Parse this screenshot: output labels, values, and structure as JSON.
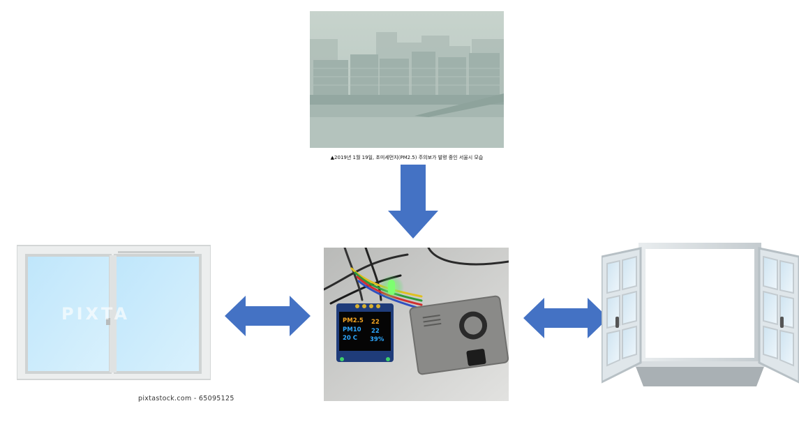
{
  "photos": {
    "smog_caption": "▲2019년 1월 19일, 초미세먼지(PM2.5) 주의보가 발령 중인 서울시 모습",
    "closed_window_watermark": "PIXTA",
    "closed_window_credit": "pixtastock.com - 65095125"
  },
  "oled": {
    "pm25_label": "PM2.5",
    "pm25_value": "22",
    "pm10_label": "PM10",
    "pm10_value": "22",
    "temp_label": "20 C",
    "humidity_value": "39%"
  },
  "colors": {
    "arrow": "#4472C4",
    "smog": "#b9c8c2",
    "oled_orange": "#f5a623",
    "oled_blue": "#2ea8ff"
  }
}
